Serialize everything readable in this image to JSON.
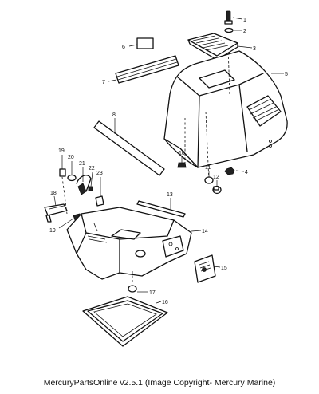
{
  "diagram": {
    "callouts": [
      "1",
      "2",
      "3",
      "4",
      "5",
      "6",
      "7",
      "8",
      "10",
      "11",
      "12",
      "13",
      "14",
      "15",
      "16",
      "17",
      "18",
      "19",
      "20",
      "21",
      "22",
      "23",
      "19"
    ]
  },
  "footer": {
    "text": "MercuryPartsOnline v2.5.1 (Image Copyright- Mercury Marine)"
  }
}
